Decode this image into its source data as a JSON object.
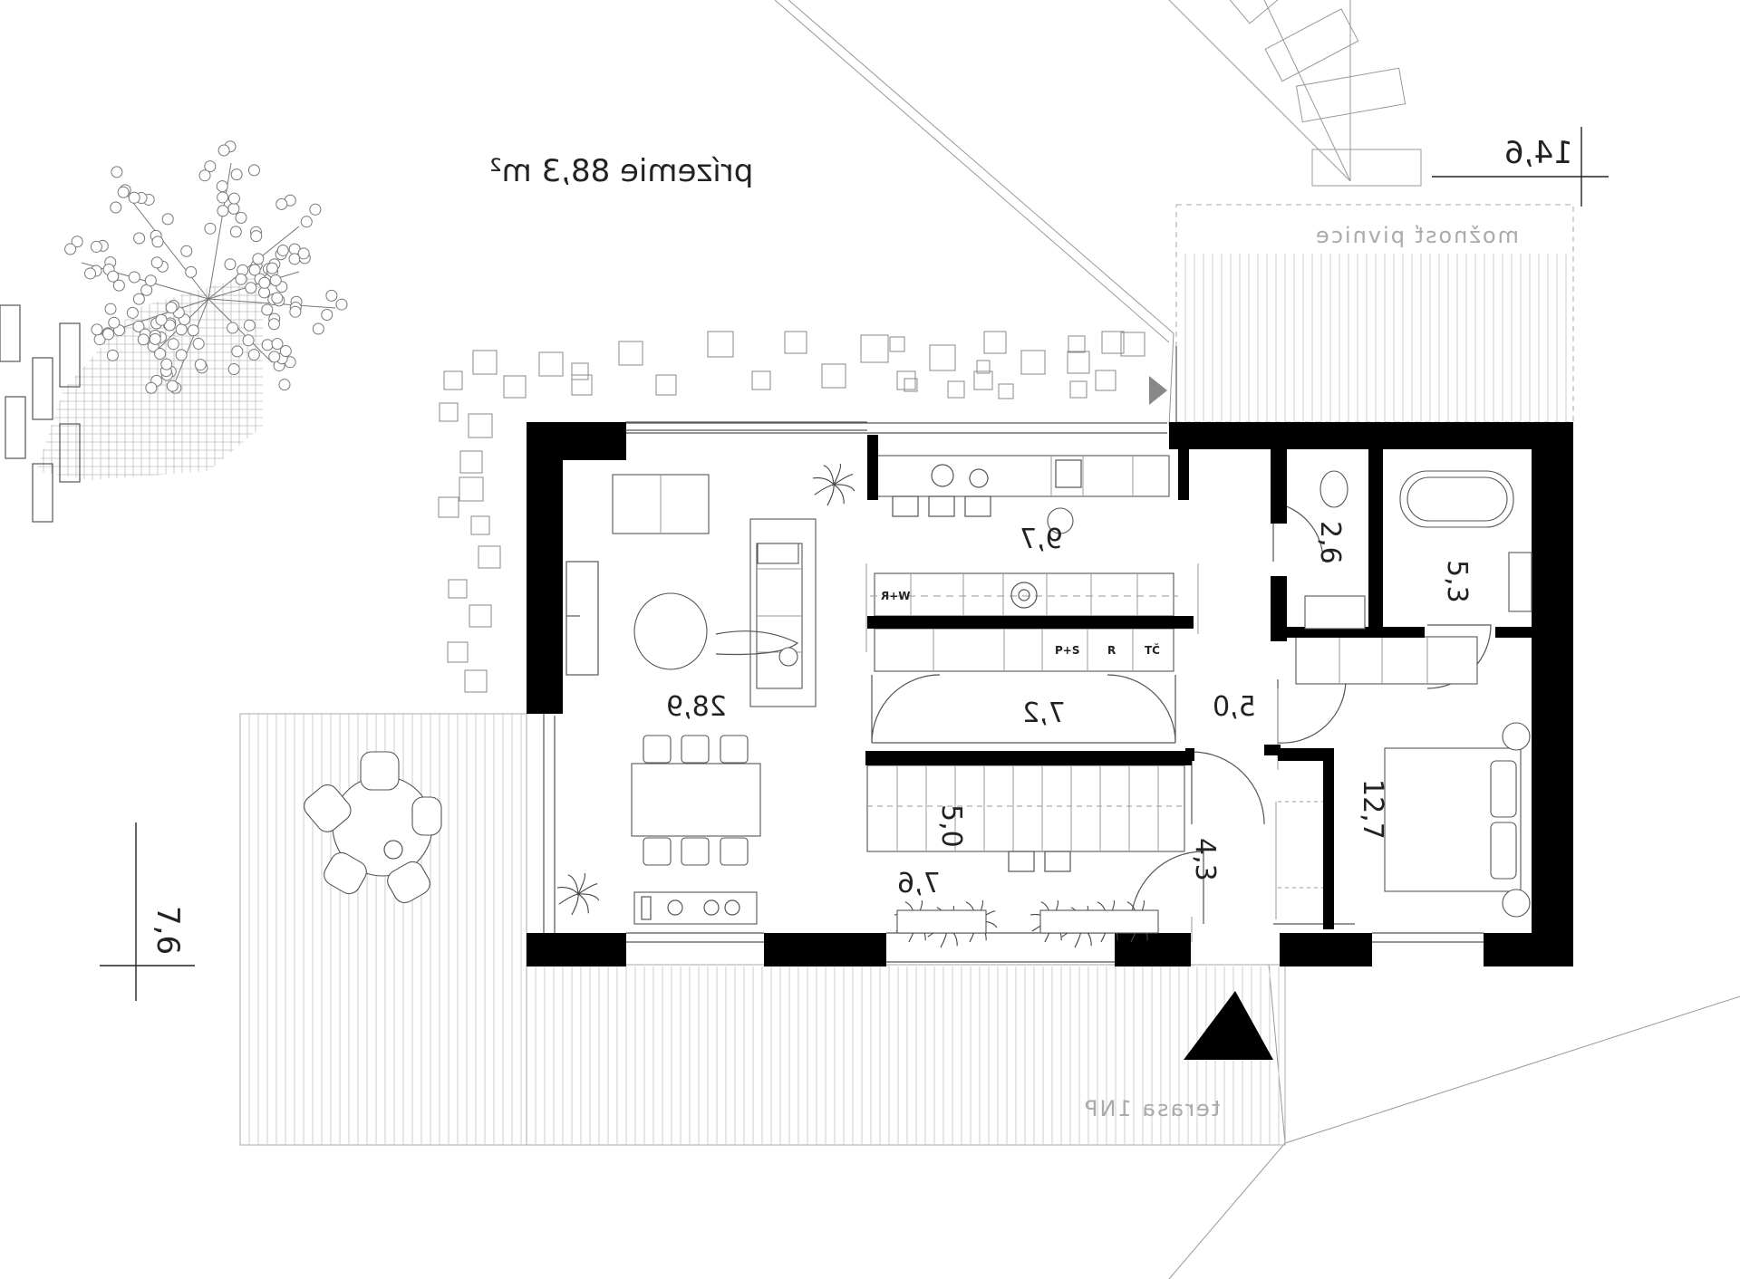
{
  "plan": {
    "title": "prízemie 88,3 m²",
    "labels": {
      "cellar_option": "možnosť pivnice",
      "terrace": "terasa 1NP",
      "dim_right": "14,6",
      "dim_left": "7,6",
      "area_living": "28,9",
      "area_kitchen": "9,7",
      "area_pantry": "7,2",
      "area_hall": "5,0",
      "area_stair": "5,0",
      "area_corridor": "7,6",
      "area_entry": "4,3",
      "area_wc": "2,6",
      "area_bath": "5,3",
      "area_bedroom": "12,7",
      "appliance_washer": "W+R",
      "appliance_ps": "P+S",
      "appliance_r": "R",
      "appliance_tc": "TČ"
    }
  }
}
